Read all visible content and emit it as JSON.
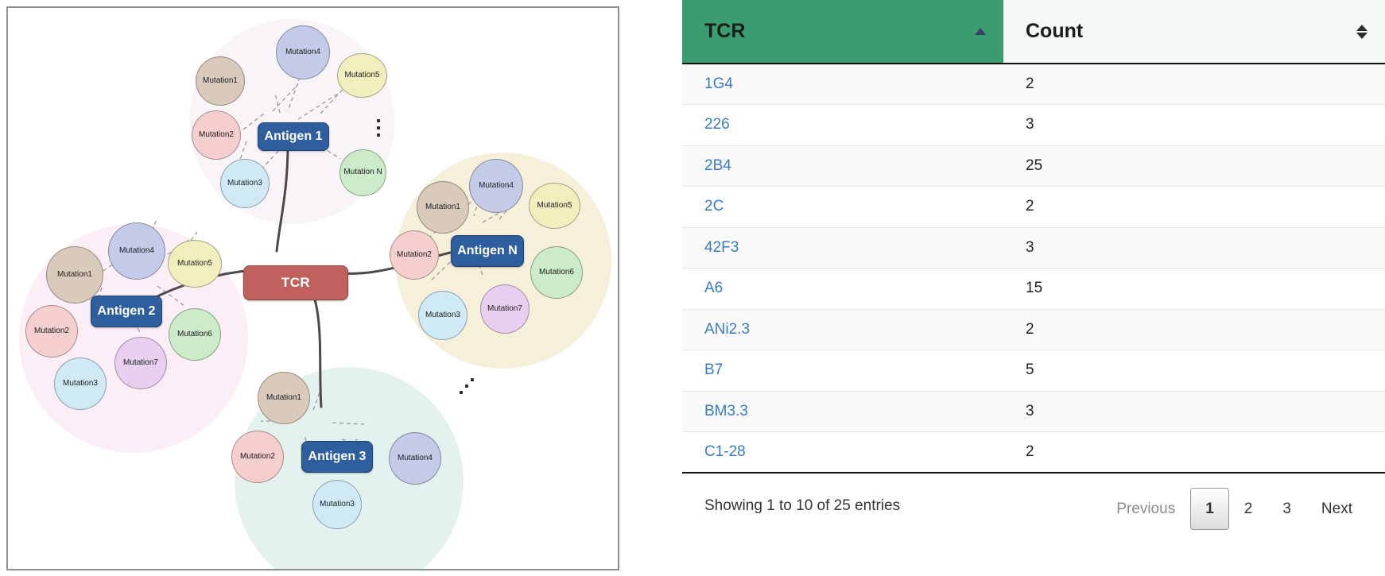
{
  "diagram": {
    "center_node": {
      "label": "TCR",
      "color": "#c1615d"
    },
    "antigen_color": "#2e5e9e",
    "ellipsis_markers": [
      {
        "name": "vertical-ellipsis",
        "orientation": "vertical"
      },
      {
        "name": "diagonal-ellipsis",
        "orientation": "diagonal"
      }
    ],
    "clusters": [
      {
        "id": "antigen-1",
        "label": "Antigen 1",
        "halo_color": "#f8f4f8",
        "mutations": [
          {
            "label": "Mutation1",
            "color": "#d9cabc"
          },
          {
            "label": "Mutation2",
            "color": "#f4cfcd"
          },
          {
            "label": "Mutation3",
            "color": "#cfeaf6"
          },
          {
            "label": "Mutation4",
            "color": "#c3cbe8"
          },
          {
            "label": "Mutation5",
            "color": "#f1efbe"
          },
          {
            "label": "Mutation N",
            "color": "#ccebc9"
          }
        ]
      },
      {
        "id": "antigen-2",
        "label": "Antigen 2",
        "halo_color": "#fbeef7",
        "mutations": [
          {
            "label": "Mutation1",
            "color": "#d9cabc"
          },
          {
            "label": "Mutation2",
            "color": "#f4cfcd"
          },
          {
            "label": "Mutation3",
            "color": "#cfeaf6"
          },
          {
            "label": "Mutation4",
            "color": "#c3cbe8"
          },
          {
            "label": "Mutation5",
            "color": "#f1efbe"
          },
          {
            "label": "Mutation6",
            "color": "#ccebc9"
          },
          {
            "label": "Mutation7",
            "color": "#e8cff0"
          }
        ]
      },
      {
        "id": "antigen-n",
        "label": "Antigen N",
        "halo_color": "#f6efd9",
        "mutations": [
          {
            "label": "Mutation1",
            "color": "#d9cabc"
          },
          {
            "label": "Mutation2",
            "color": "#f4cfcd"
          },
          {
            "label": "Mutation3",
            "color": "#cfeaf6"
          },
          {
            "label": "Mutation4",
            "color": "#c3cbe8"
          },
          {
            "label": "Mutation5",
            "color": "#f1efbe"
          },
          {
            "label": "Mutation6",
            "color": "#ccebc9"
          },
          {
            "label": "Mutation7",
            "color": "#e8cff0"
          }
        ]
      },
      {
        "id": "antigen-3",
        "label": "Antigen 3",
        "halo_color": "#e4f2ef",
        "mutations": [
          {
            "label": "Mutation1",
            "color": "#d9cabc"
          },
          {
            "label": "Mutation2",
            "color": "#f4cfcd"
          },
          {
            "label": "Mutation3",
            "color": "#cfeaf6"
          },
          {
            "label": "Mutation4",
            "color": "#c3cbe8"
          }
        ]
      }
    ]
  },
  "table": {
    "header_color": "#3a9d72",
    "columns": [
      {
        "label": "TCR",
        "sort": "asc",
        "sorted": true
      },
      {
        "label": "Count",
        "sort": "none",
        "sorted": false
      }
    ],
    "rows": [
      {
        "tcr": "1G4",
        "count": "2"
      },
      {
        "tcr": "226",
        "count": "3"
      },
      {
        "tcr": "2B4",
        "count": "25"
      },
      {
        "tcr": "2C",
        "count": "2"
      },
      {
        "tcr": "42F3",
        "count": "3"
      },
      {
        "tcr": "A6",
        "count": "15"
      },
      {
        "tcr": "ANi2.3",
        "count": "2"
      },
      {
        "tcr": "B7",
        "count": "5"
      },
      {
        "tcr": "BM3.3",
        "count": "3"
      },
      {
        "tcr": "C1-28",
        "count": "2"
      }
    ],
    "info": "Showing 1 to 10 of 25 entries",
    "pagination": {
      "previous": "Previous",
      "pages": [
        "1",
        "2",
        "3"
      ],
      "current": "1",
      "next": "Next"
    }
  }
}
